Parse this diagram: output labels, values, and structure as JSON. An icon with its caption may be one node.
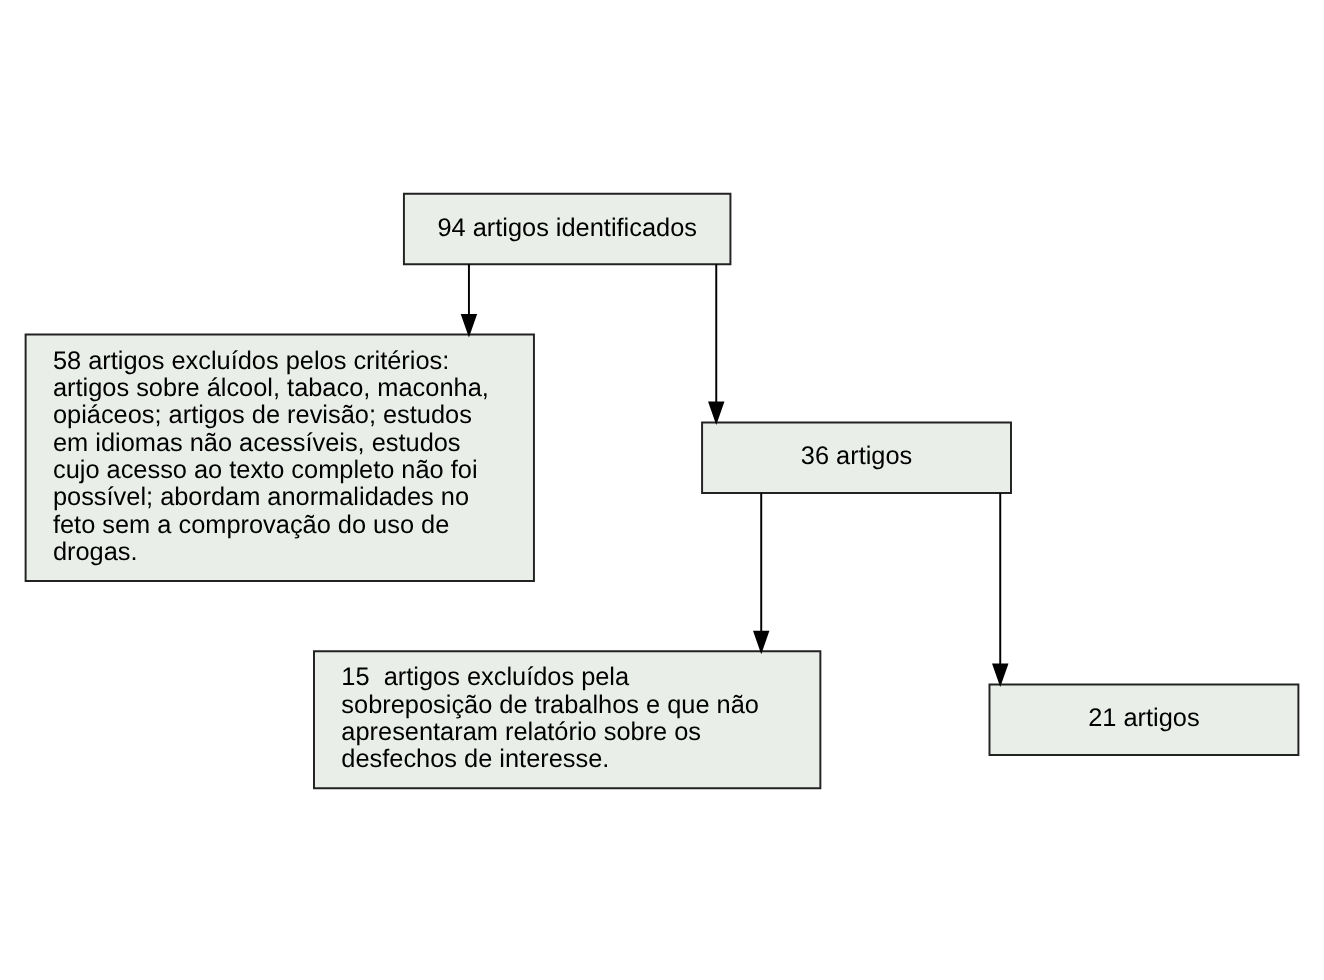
{
  "diagram": {
    "nodes": [
      {
        "text": [
          "94 artigos identificados"
        ]
      },
      {
        "text": [
          "58 artigos excluídos pelos critérios: artigos sobre álcool, tabaco, maconha, opiáceos; artigos de revisão; estudos em idiomas não acessíveis, estudos cujo acesso ao texto completo não foi possível; abordam anormalidades no feto sem a comprovação do uso de drogas."
        ]
      },
      {
        "text": [
          "36 artigos"
        ]
      },
      {
        "text": [
          "15  artigos excluídos pela sobreposição de trabalhos e que não apresentaram relatório sobre os desfechos de interesse."
        ]
      },
      {
        "text": [
          "21 artigos"
        ]
      }
    ],
    "edges": [
      {
        "from": 0,
        "to": 2,
        "arrow": "to"
      },
      {
        "from": 0,
        "to": 1,
        "arrow": "to"
      },
      {
        "from": 2,
        "to": 4,
        "arrow": "to"
      },
      {
        "from": 2,
        "to": 3,
        "arrow": "to"
      }
    ]
  }
}
